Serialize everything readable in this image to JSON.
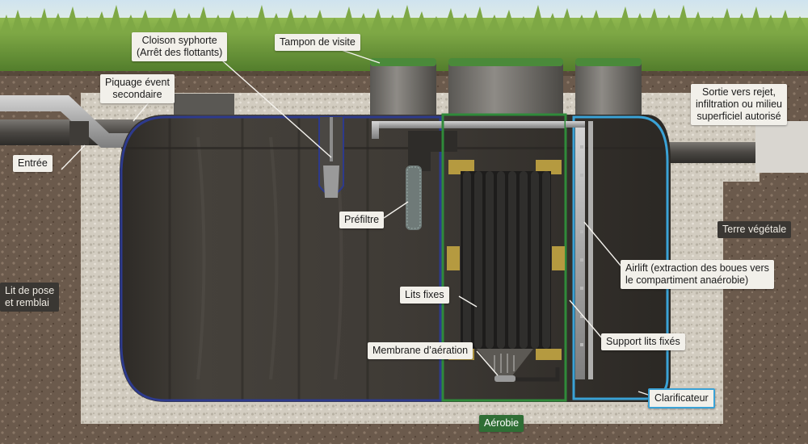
{
  "labels": {
    "cloison": [
      "Cloison syphorte",
      "(Arrêt des flottants)"
    ],
    "tampon": "Tampon de visite",
    "piquage": [
      "Piquage évent",
      "secondaire"
    ],
    "sortie": [
      "Sortie vers rejet,",
      "infiltration ou milieu",
      "superficiel autorisé"
    ],
    "entree": "Entrée",
    "prefiltre": "Préfiltre",
    "terre": "Terre végétale",
    "airlift": [
      "Airlift (extraction des boues vers",
      "le compartiment anaérobie)"
    ],
    "lit_pose": [
      "Lit de pose",
      "et remblai"
    ],
    "lits_fixes": "Lits fixes",
    "support": "Support lits fixés",
    "membrane": "Membrane d’aération",
    "clarificateur": "Clarificateur",
    "aerobie": "Aérobie"
  },
  "colors": {
    "soil": "#6b5a4c",
    "gravel": "#cfc9bd",
    "grass": "#6f9a3a",
    "tank": "#3b3833",
    "anaerobic_outline": "#2d3a8c",
    "aerobic_outline": "#2f8a3a",
    "clarifier_outline": "#3aa2d6",
    "lid_rim": "#4a8a3a",
    "label_bg": "#f2f0ea"
  },
  "icons": [
    "tank-icon",
    "pipe-icon",
    "prefilter-icon",
    "aeration-membrane-icon",
    "fixed-media-icon",
    "airlift-icon"
  ]
}
